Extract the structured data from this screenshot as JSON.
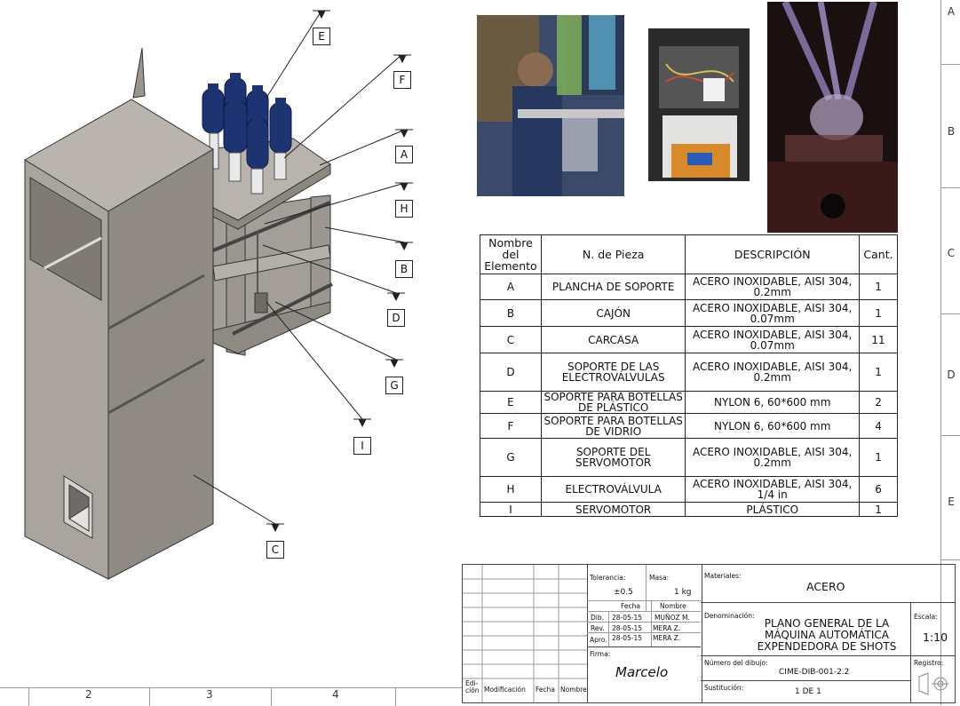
{
  "border": {
    "right_labels": [
      "A",
      "B",
      "C",
      "D",
      "E"
    ],
    "bottom_labels": [
      "2",
      "3",
      "4"
    ]
  },
  "balloons": [
    "E",
    "F",
    "A",
    "H",
    "B",
    "D",
    "G",
    "I",
    "C"
  ],
  "table": {
    "headers": [
      "Nombre del Elemento",
      "N. de Pieza",
      "DESCRIPCIÓN",
      "Cant."
    ],
    "rows": [
      {
        "el": "A",
        "piece": "PLANCHA DE SOPORTE",
        "desc": "ACERO INOXIDABLE, AISI 304, 0.2mm",
        "qty": "1"
      },
      {
        "el": "B",
        "piece": "CAJÓN",
        "desc": "ACERO INOXIDABLE, AISI 304, 0.07mm",
        "qty": "1"
      },
      {
        "el": "C",
        "piece": "CARCASA",
        "desc": "ACERO INOXIDABLE, AISI 304, 0.07mm",
        "qty": "11"
      },
      {
        "el": "D",
        "piece": "SOPORTE DE LAS ELECTROVÁLVULAS",
        "desc": "ACERO INOXIDABLE, AISI 304, 0.2mm",
        "qty": "1"
      },
      {
        "el": "E",
        "piece": "SOPORTE PARA BOTELLAS DE PLÁSTICO",
        "desc": "NYLON 6, 60*600 mm",
        "qty": "2"
      },
      {
        "el": "F",
        "piece": "SOPORTE PARA BOTELLAS DE VIDRIO",
        "desc": "NYLON 6, 60*600 mm",
        "qty": "4"
      },
      {
        "el": "G",
        "piece": "SOPORTE DEL SERVOMOTOR",
        "desc": "ACERO INOXIDABLE, AISI 304, 0.2mm",
        "qty": "1"
      },
      {
        "el": "H",
        "piece": "ELECTROVÁLVULA",
        "desc": "ACERO INOXIDABLE, AISI 304, 1/4 in",
        "qty": "6"
      },
      {
        "el": "I",
        "piece": "SERVOMOTOR",
        "desc": "PLÁSTICO",
        "qty": "1"
      }
    ]
  },
  "title_block": {
    "tolerancia_label": "Tolerancia:",
    "tolerancia": "±0.5",
    "masa_label": "Masa:",
    "masa": "1 kg",
    "fecha_label": "Fecha",
    "nombre_label": "Nombre",
    "dib_label": "Dib.",
    "rev_label": "Rev.",
    "apro_label": "Apro.",
    "dib_fecha": "28-05-15",
    "dib_nombre": "MUÑOZ M.",
    "rev_fecha": "28-05-15",
    "rev_nombre": "MERA Z.",
    "apro_fecha": "28-05-15",
    "apro_nombre": "MERA Z.",
    "firma_label": "Firma:",
    "firma": "Marcelo",
    "materiales_label": "Materiales:",
    "materiales": "ACERO",
    "denominacion_label": "Denominación:",
    "denominacion": "PLANO GENERAL DE LA MÁQUINA AUTOMÁTICA EXPENDEDORA DE SHOTS",
    "escala_label": "Escala:",
    "escala": "1:10",
    "numero_label": "Número del dibujo:",
    "numero": "CIME-DIB-001-2.2",
    "registro_label": "Registro:",
    "sustitucion_label": "Sustitución:",
    "hoja": "1 DE 1",
    "edicion_label": "Edi-ción",
    "modificacion_label": "Modificación",
    "fecha2_label": "Fecha",
    "nombre2_label": "Nombre"
  },
  "colors": {
    "steel": "#a9a49d",
    "steel_dark": "#858079",
    "bottle_blue": "#1e3372"
  }
}
